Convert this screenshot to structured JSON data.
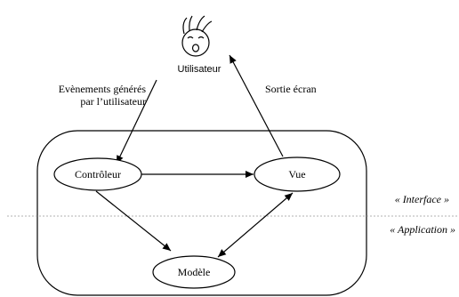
{
  "diagram": {
    "user": {
      "label": "Utilisateur",
      "icon": "smiley-face-icon"
    },
    "events_label": [
      "Evènements générés",
      "par l’utilisateur"
    ],
    "output_label": "Sortie écran",
    "nodes": {
      "controller": "Contrôleur",
      "view": "Vue",
      "model": "Modèle"
    },
    "layers": {
      "interface": "« Interface »",
      "application": "« Application »"
    }
  }
}
